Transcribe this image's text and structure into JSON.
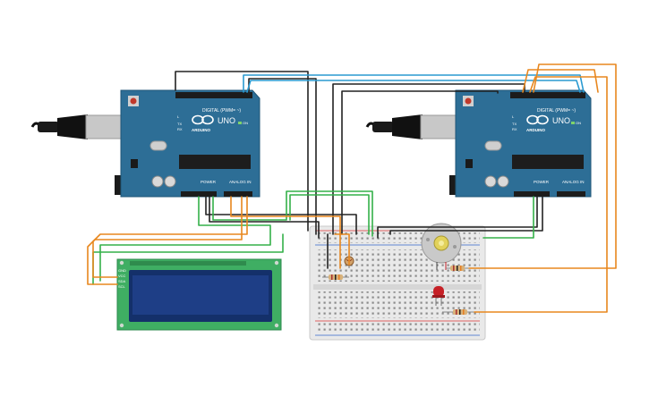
{
  "arduino_left": {
    "logo_text": "ARDUINO",
    "model": "UNO",
    "digital_label": "DIGITAL (PWM= ~)",
    "power_label": "POWER",
    "analog_label": "ANALOG IN",
    "on_label": "ON",
    "tx_label": "TX",
    "rx_label": "RX",
    "l_label": "L"
  },
  "arduino_right": {
    "logo_text": "ARDUINO",
    "model": "UNO",
    "digital_label": "DIGITAL (PWM= ~)",
    "power_label": "POWER",
    "analog_label": "ANALOG IN",
    "on_label": "ON",
    "tx_label": "TX",
    "rx_label": "RX",
    "l_label": "L"
  },
  "lcd": {
    "pin_labels": [
      "GND",
      "VCC",
      "SDA",
      "SCL"
    ]
  },
  "colors": {
    "board": "#2d6e96",
    "board_dark": "#1f5577",
    "lcd_pcb": "#3fae63",
    "lcd_screen": "#1e3e86",
    "breadboard": "#e9e9e9",
    "wire_orange": "#e8871e",
    "wire_green": "#34b149",
    "wire_blue": "#2a9ad1",
    "wire_black": "#222222",
    "led": "#c62026"
  }
}
